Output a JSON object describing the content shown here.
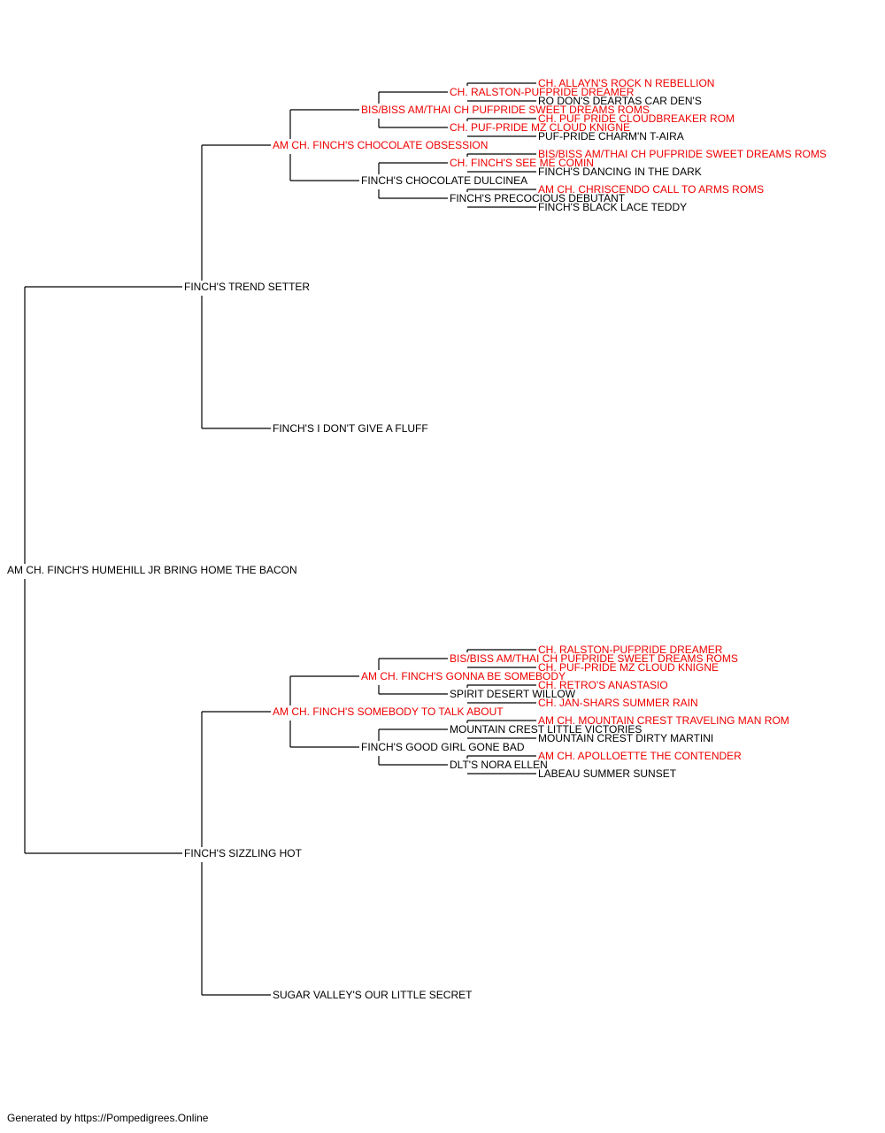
{
  "colors": {
    "champion": "#ee0000",
    "normal": "#000000",
    "line": "#000000"
  },
  "pedigree": {
    "name": "AM CH. FINCH'S HUMEHILL JR BRING HOME THE BACON",
    "champion": false,
    "sire": {
      "name": "FINCH'S TREND SETTER",
      "champion": false,
      "sire": {
        "name": "AM CH. FINCH'S CHOCOLATE OBSESSION",
        "champion": true,
        "sire": {
          "name": "BIS/BISS AM/THAI CH PUFPRIDE SWEET DREAMS ROMS",
          "champion": true,
          "sire": {
            "name": "CH. RALSTON-PUFPRIDE DREAMER",
            "champion": true,
            "sire": {
              "name": "CH. ALLAYN'S ROCK N REBELLION",
              "champion": true
            },
            "dam": {
              "name": "RO DON'S DEARTAS CAR DEN'S",
              "champion": false
            }
          },
          "dam": {
            "name": "CH. PUF-PRIDE MZ CLOUD KNIGNE",
            "champion": true,
            "sire": {
              "name": "CH. PUF PRIDE CLOUDBREAKER ROM",
              "champion": true
            },
            "dam": {
              "name": "PUF-PRIDE CHARM'N T-AIRA",
              "champion": false
            }
          }
        },
        "dam": {
          "name": "FINCH'S CHOCOLATE DULCINEA",
          "champion": false,
          "sire": {
            "name": "CH. FINCH'S SEE ME COMIN",
            "champion": true,
            "sire": {
              "name": "BIS/BISS AM/THAI CH PUFPRIDE SWEET DREAMS ROMS",
              "champion": true
            },
            "dam": {
              "name": "FINCH'S DANCING IN THE DARK",
              "champion": false
            }
          },
          "dam": {
            "name": "FINCH'S PRECOCIOUS DEBUTANT",
            "champion": false,
            "sire": {
              "name": "AM CH. CHRISCENDO CALL TO ARMS ROMS",
              "champion": true
            },
            "dam": {
              "name": "FINCH'S BLACK LACE TEDDY",
              "champion": false
            }
          }
        }
      },
      "dam": {
        "name": "FINCH'S I DON'T GIVE A FLUFF",
        "champion": false
      }
    },
    "dam": {
      "name": "FINCH'S SIZZLING HOT",
      "champion": false,
      "sire": {
        "name": "AM CH. FINCH'S SOMEBODY TO TALK ABOUT",
        "champion": true,
        "sire": {
          "name": "AM CH. FINCH'S GONNA BE SOMEBODY",
          "champion": true,
          "sire": {
            "name": "BIS/BISS AM/THAI CH PUFPRIDE SWEET DREAMS ROMS",
            "champion": true,
            "sire": {
              "name": "CH. RALSTON-PUFPRIDE DREAMER",
              "champion": true
            },
            "dam": {
              "name": "CH. PUF-PRIDE MZ CLOUD KNIGNE",
              "champion": true
            }
          },
          "dam": {
            "name": "SPIRIT DESERT WILLOW",
            "champion": false,
            "sire": {
              "name": "CH. RETRO'S ANASTASIO",
              "champion": true
            },
            "dam": {
              "name": "CH. JAN-SHARS SUMMER RAIN",
              "champion": true
            }
          }
        },
        "dam": {
          "name": "FINCH'S GOOD GIRL GONE BAD",
          "champion": false,
          "sire": {
            "name": "MOUNTAIN CREST LITTLE VICTORIES",
            "champion": false,
            "sire": {
              "name": "AM CH. MOUNTAIN CREST TRAVELING MAN ROM",
              "champion": true
            },
            "dam": {
              "name": "MOUNTAIN CREST DIRTY MARTINI",
              "champion": false
            }
          },
          "dam": {
            "name": "DLT'S NORA ELLEN",
            "champion": false,
            "sire": {
              "name": "AM CH. APOLLOETTE THE CONTENDER",
              "champion": true
            },
            "dam": {
              "name": "LABEAU SUMMER SUNSET",
              "champion": false
            }
          }
        }
      },
      "dam": {
        "name": "SUGAR VALLEY'S OUR LITTLE SECRET",
        "champion": false
      }
    }
  },
  "footer": "Generated by https://Pompedigrees.Online"
}
